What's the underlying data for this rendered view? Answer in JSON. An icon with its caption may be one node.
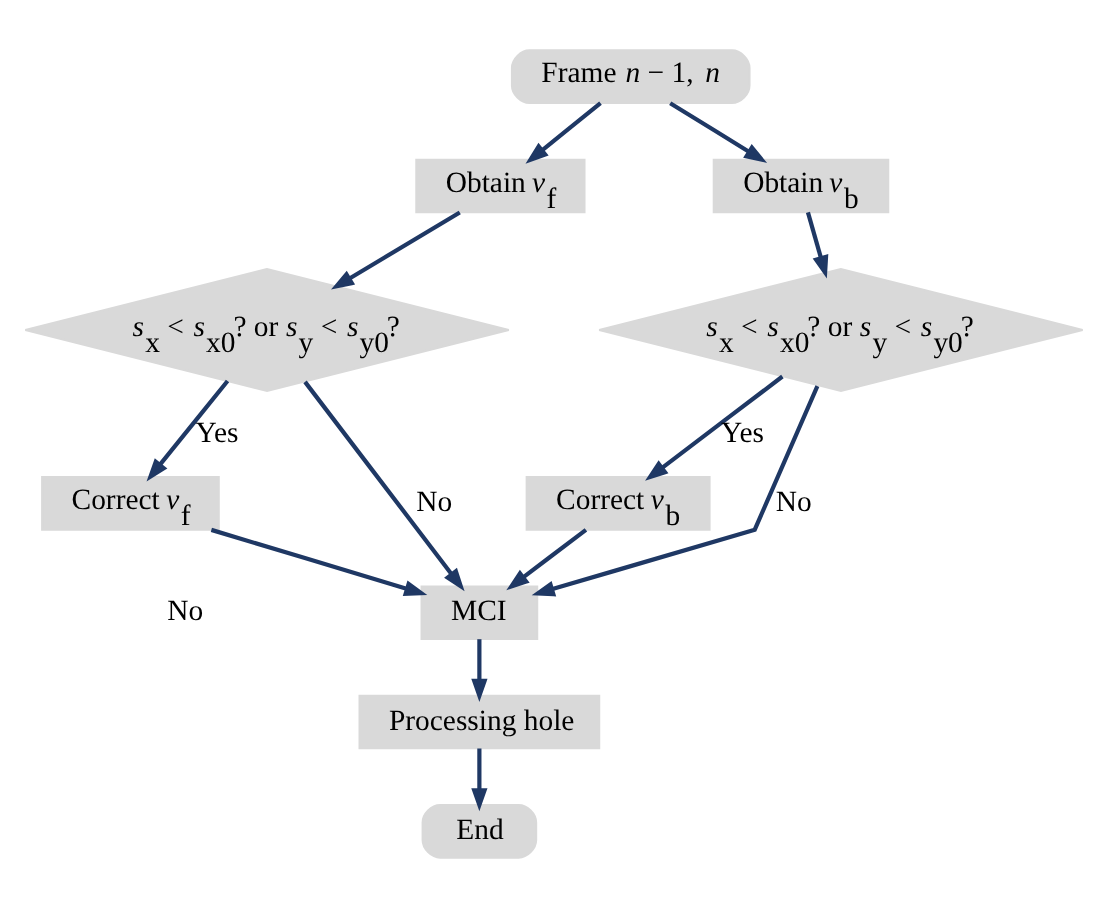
{
  "diagram": {
    "nodes": [
      {
        "text": [
          "Frame *n* − 1, *n*"
        ]
      },
      {
        "text": [
          "Obtain *v*$_{f}$"
        ]
      },
      {
        "text": [
          "Obtain *v*$_{b}$"
        ]
      },
      {
        "text": [
          "*s*$_{x}$ < *s*$_{x0}$? or *s*$_{y}$ < *s*$_{y0}$?"
        ]
      },
      {
        "text": [
          "*s*$_{x}$ < *s*$_{x0}$? or *s*$_{y}$ < *s*$_{y0}$?"
        ]
      },
      {
        "text": [
          "Correct *v*$_{f}$"
        ]
      },
      {
        "text": [
          "Correct *v*$_{b}$"
        ]
      },
      {
        "text": [
          "MCI"
        ]
      },
      {
        "text": [
          "Processing hole"
        ]
      },
      {
        "text": [
          "End"
        ]
      }
    ],
    "edges": [
      {
        "from": 0,
        "to": 1,
        "arrow": "to"
      },
      {
        "from": 0,
        "to": 2,
        "arrow": "to"
      },
      {
        "from": 1,
        "to": 3,
        "arrow": "to"
      },
      {
        "from": 2,
        "to": 4,
        "arrow": "to"
      },
      {
        "from": 3,
        "to": 5,
        "arrow": "to",
        "label": "Yes"
      },
      {
        "from": 4,
        "to": 6,
        "arrow": "to",
        "label": "Yes"
      },
      {
        "from": 3,
        "to": 7,
        "arrow": "to",
        "label": "No"
      },
      {
        "from": 4,
        "to": 7,
        "arrow": "to",
        "label": "No"
      },
      {
        "from": 5,
        "to": 7,
        "arrow": "to"
      },
      {
        "from": 6,
        "to": 7,
        "arrow": "to"
      },
      {
        "from": 7,
        "to": 8,
        "arrow": "to"
      },
      {
        "from": 8,
        "to": 9,
        "arrow": "to"
      }
    ],
    "labels": [
      "No"
    ]
  }
}
